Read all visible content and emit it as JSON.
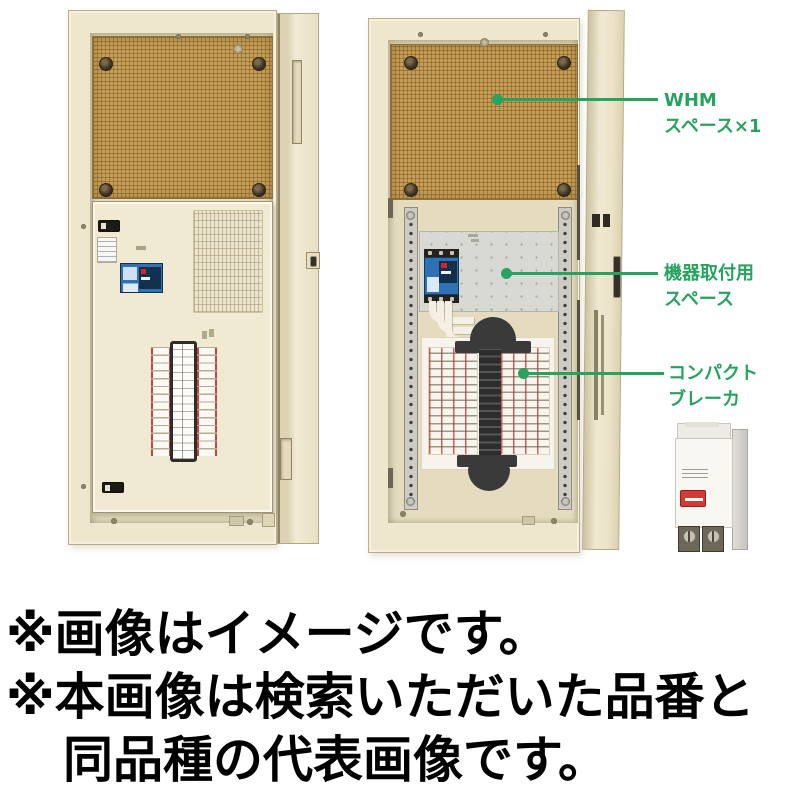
{
  "annotations": {
    "accent_color": "#27a35f",
    "items": [
      {
        "name": "whm-space",
        "line1": "WHM",
        "line2": "スペース×1"
      },
      {
        "name": "equipment-mount-space",
        "line1": "機器取付用",
        "line2": "スペース"
      },
      {
        "name": "compact-breaker",
        "line1": "コンパクト",
        "line2": "ブレーカ"
      }
    ]
  },
  "disclaimer": {
    "line1": "※画像はイメージです。",
    "line2": "※本画像は検索いただいた品番と",
    "line3": "同品種の代表画像です。"
  },
  "colors": {
    "callout_green": "#27a35f",
    "cabinet_cream": "#ece4ca",
    "board_tan": "#c79e55",
    "breaker_blue": "#2e72b4",
    "busbar_dark": "#3a3a3a",
    "stripe_red": "#c0453f",
    "text_black": "#000000"
  }
}
